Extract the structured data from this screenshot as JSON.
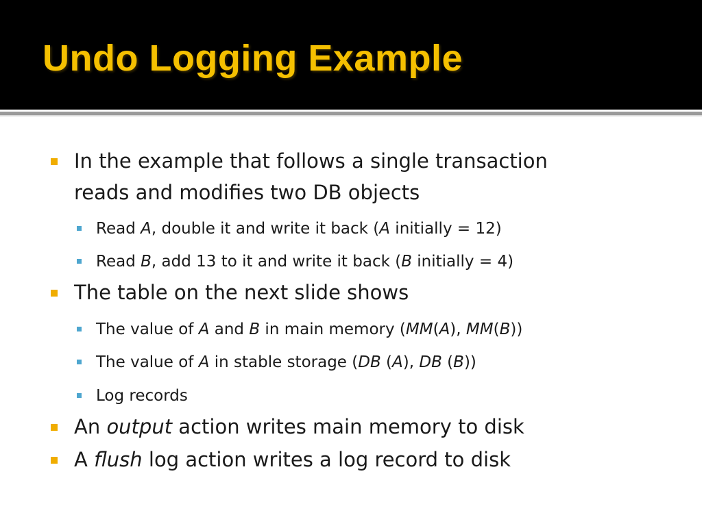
{
  "slide": {
    "title": "Undo Logging Example",
    "bullets": [
      {
        "line1": "In the example that follows a single transaction",
        "line2": "reads and modifies two DB objects"
      },
      {
        "parts": [
          "Read ",
          "A",
          ", double it and write it back (",
          "A",
          " initially = 12)"
        ]
      },
      {
        "parts": [
          "Read ",
          "B",
          ", add 13 to it and write it back (",
          "B",
          " initially = 4)"
        ]
      },
      {
        "text": "The table on the next slide shows"
      },
      {
        "parts": [
          "The value of ",
          "A",
          " and ",
          "B",
          " in main memory (",
          "MM",
          "(",
          "A",
          "), ",
          "MM",
          "(",
          "B",
          "))"
        ]
      },
      {
        "parts": [
          "The value of ",
          "A",
          " in stable storage (",
          "DB",
          " (",
          "A",
          "), ",
          "DB",
          " (",
          "B",
          "))"
        ]
      },
      {
        "text": "Log records"
      },
      {
        "parts": [
          "An ",
          "output",
          " action writes main memory to disk"
        ]
      },
      {
        "parts": [
          "A ",
          "flush",
          " log action writes a log record to disk"
        ]
      }
    ]
  },
  "colors": {
    "title": "#f5c000",
    "title_background": "#000000",
    "level1_bullet": "#f0ad00",
    "level2_bullet": "#4ea6cf",
    "text": "#1a1a1a"
  }
}
